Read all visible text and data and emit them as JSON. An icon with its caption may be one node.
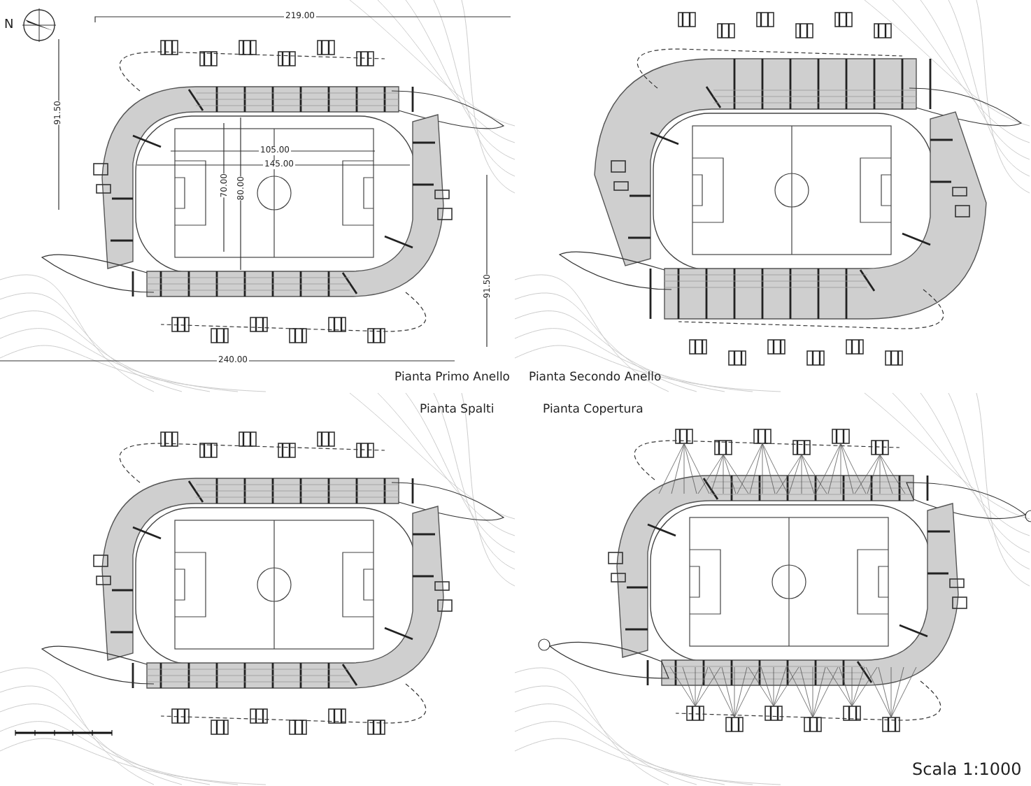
{
  "diagram": {
    "labels": [
      "N",
      "219.00",
      "91.50",
      "105.00",
      "145.00",
      "70.00",
      "80.00",
      "91.50",
      "240.00",
      "Pianta Primo Anello",
      "Pianta Secondo Anello",
      "Pianta Spalti",
      "Pianta Copertura",
      "Scala 1:1000"
    ]
  }
}
